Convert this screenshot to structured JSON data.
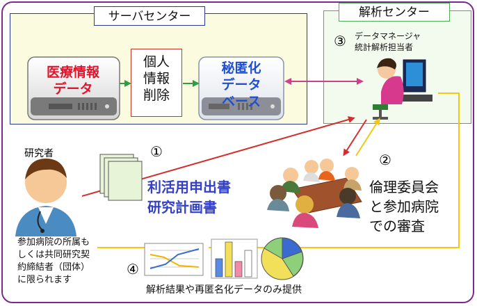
{
  "server_center": {
    "title": "サーバセンター"
  },
  "analysis_center": {
    "title": "解析センター"
  },
  "steps": {
    "one": "①",
    "two": "②",
    "three": "③",
    "four": "④"
  },
  "medical_data": {
    "line1": "医療情報",
    "line2": "データ"
  },
  "deidentify": {
    "line1": "個人",
    "line2": "情報",
    "line3": "削除"
  },
  "secure_db": {
    "line1": "秘匿化",
    "line2": "データ",
    "line3": "ベース"
  },
  "data_manager": {
    "line1": "データマネージャ",
    "line2": "統計解析担当者"
  },
  "researcher": {
    "label": "研究者"
  },
  "application": {
    "line1": "利活用申出書",
    "line2": "研究計画書"
  },
  "ethics": {
    "line1": "倫理委員会",
    "line2": "と参加病院",
    "line3": "での審査"
  },
  "affiliation_note": {
    "line1": "参加病院の所属も",
    "line2": "しくは共同研究契",
    "line3": "約締結者（団体）",
    "line4": "に限られます"
  },
  "provision_note": "解析結果や再匿名化データのみ提供",
  "colors": {
    "frame": "#7a2a8a",
    "server_border": "#2d3b8c",
    "analysis_border": "#4caf50",
    "red_arrow": "#d32f2f",
    "yellow_arrow": "#f2c811",
    "pink_arrow": "#d0408a",
    "green_arrow": "#2e9e44"
  }
}
